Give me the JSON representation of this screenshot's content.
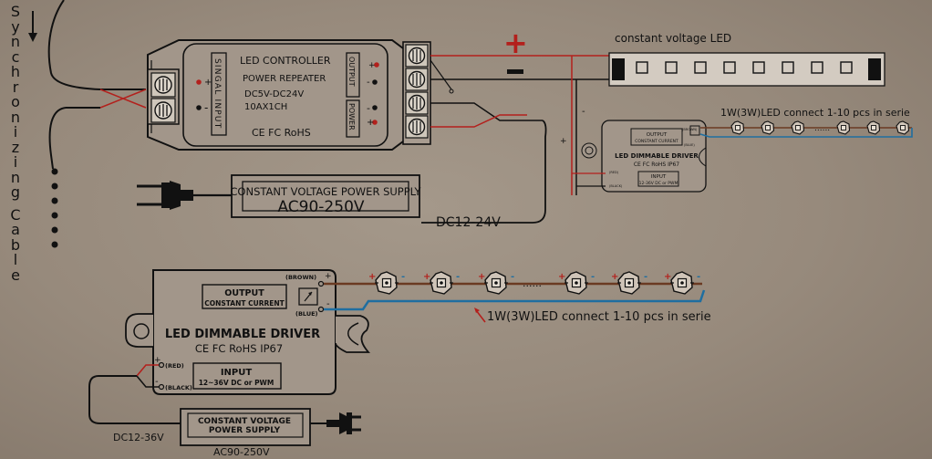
{
  "sync_label": "Synchronizing Cable",
  "controller": {
    "title": "LED CONTROLLER",
    "subtitle": "POWER REPEATER",
    "voltage": "DC5V-DC24V",
    "current": "10AX1CH",
    "certs": "CE FC RoHS",
    "signal_input": "SINGAL INPUT",
    "output_label": "OUTPUT",
    "power_label": "POWER",
    "out_plus": "+",
    "out_minus": "-",
    "pwr_minus": "-",
    "pwr_plus": "+",
    "sig_plus": "+",
    "sig_minus": "-"
  },
  "led_strip": {
    "label": "constant voltage LED",
    "plus": "+",
    "minus": "-"
  },
  "psu_top": {
    "line1": "CONSTANT VOLTAGE POWER SUPPLY",
    "line2": "AC90-250V",
    "dc_label": "DC12-24V"
  },
  "bus_signs": {
    "plus": "+",
    "minus": "-"
  },
  "small_driver": {
    "output1": "OUTPUT",
    "output2": "CONSTANT CURRENT",
    "title": "LED DIMMABLE DRIVER",
    "certs": "CE FC RoHS IP67",
    "input1": "INPUT",
    "input2": "12-36V DC or PWM",
    "brown": "(BROWN)",
    "blue": "(BLUE)",
    "red": "(RED)",
    "black": "(BLACK)",
    "led_note": "1W(3W)LED connect 1-10 pcs in serie"
  },
  "big_driver": {
    "output1": "OUTPUT",
    "output2": "CONSTANT CURRENT",
    "title": "LED DIMMABLE DRIVER",
    "certs": "CE FC RoHS IP67",
    "input1": "INPUT",
    "input2": "12~36V DC or PWM",
    "brown": "(BROWN)",
    "blue": "(BLUE)",
    "red": "(RED)",
    "black": "(BLACK)",
    "plus": "+",
    "minus": "-",
    "led_note": "1W(3W)LED connect 1-10 pcs in serie"
  },
  "psu_bottom": {
    "line1": "CONSTANT VOLTAGE",
    "line2": "POWER SUPPLY",
    "dc_label": "DC12-36V",
    "ac_label": "AC90-250V"
  },
  "colors": {
    "red": "#b3201c",
    "blue": "#1f6ea0",
    "brown": "#6a3a22",
    "black": "#0d0d0d"
  },
  "icons": [
    "led-chip-icon",
    "power-plug-icon",
    "arrow-down-icon"
  ]
}
